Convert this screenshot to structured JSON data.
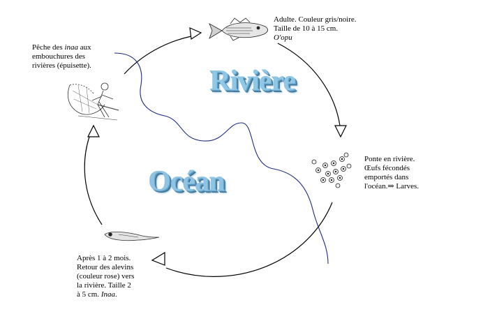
{
  "notes": {
    "adult": {
      "line1": "Adulte. Couleur gris/noire.",
      "line2": "Taille de 10 à 15 cm.",
      "name": "O'opu"
    },
    "spawn": {
      "line1": "Ponte en rivière.",
      "line2": "Œufs fécondés",
      "line3": "emportés dans",
      "line4": "l'océan.⇒ Larves."
    },
    "fry": {
      "line1": "Après 1 à 2 mois.",
      "line2": "Retour des alevins",
      "line3": "(couleur rose) vers",
      "line4": "la rivière. Taille 2",
      "line5a": "à 5 cm. ",
      "name": "Inaa",
      "line5b": "."
    },
    "fishing": {
      "line1a": "Pêche des ",
      "term": "inaa",
      "line1b": " aux",
      "line2": "embouchures des",
      "line3": "rivières (épuisette)."
    }
  },
  "zones": {
    "river": "Rivière",
    "ocean": "Océan"
  },
  "colors": {
    "cycle": "#000000",
    "shore": "#1f2b80",
    "zone_text": "#8fc7e6",
    "zone_shadow": "#3c6f93"
  },
  "icons": [
    "adult-fish-icon",
    "eggs-icon",
    "fry-larva-icon",
    "fisherman-net-icon"
  ]
}
